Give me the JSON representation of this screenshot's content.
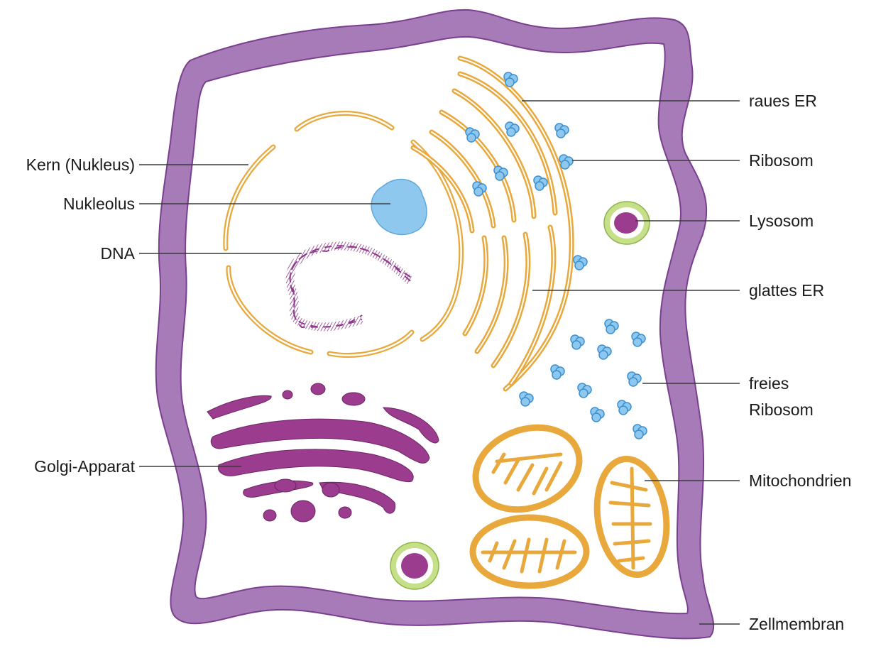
{
  "labels": {
    "raues_er": "raues ER",
    "ribosom": "Ribosom",
    "lysosom": "Lysosom",
    "glattes_er": "glattes ER",
    "freies_ribosom_line1": "freies",
    "freies_ribosom_line2": "Ribosom",
    "mitochondrien": "Mitochondrien",
    "zellmembran": "Zellmembran",
    "kern": "Kern (Nukleus)",
    "nukleolus": "Nukleolus",
    "dna": "DNA",
    "golgi": "Golgi-Apparat"
  },
  "colors": {
    "membrane_fill": "#a77bb8",
    "membrane_edge": "#7a3f8f",
    "er": "#e8a83c",
    "nucleolus": "#8fc8ee",
    "ribosome": "#8fc8ee",
    "ribosome_edge": "#3b8fcf",
    "golgi": "#9b3c8e",
    "dna": "#8e3a8c",
    "lysosome_outer": "#c6e08a",
    "lysosome_inner": "#9b3c8e",
    "mito": "#e8a83c"
  }
}
